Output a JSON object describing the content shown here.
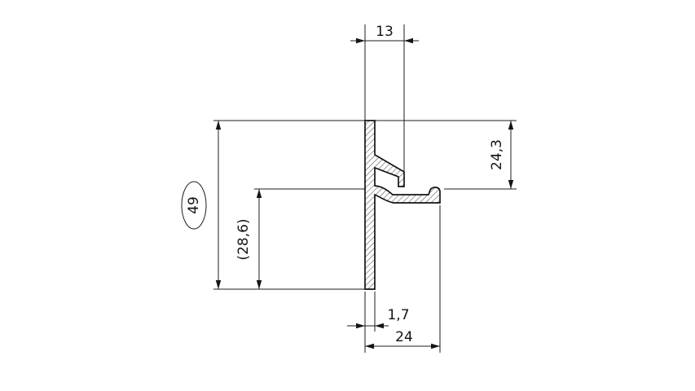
{
  "drawing": {
    "type": "technical-cross-section",
    "background_color": "#ffffff",
    "line_color": "#1c1c1c",
    "dimensions": {
      "top_width": "13",
      "right_height": "24,3",
      "overall_height": "49",
      "partial_height": "(28,6)",
      "wall_thickness": "1,7",
      "bottom_width": "24"
    }
  }
}
